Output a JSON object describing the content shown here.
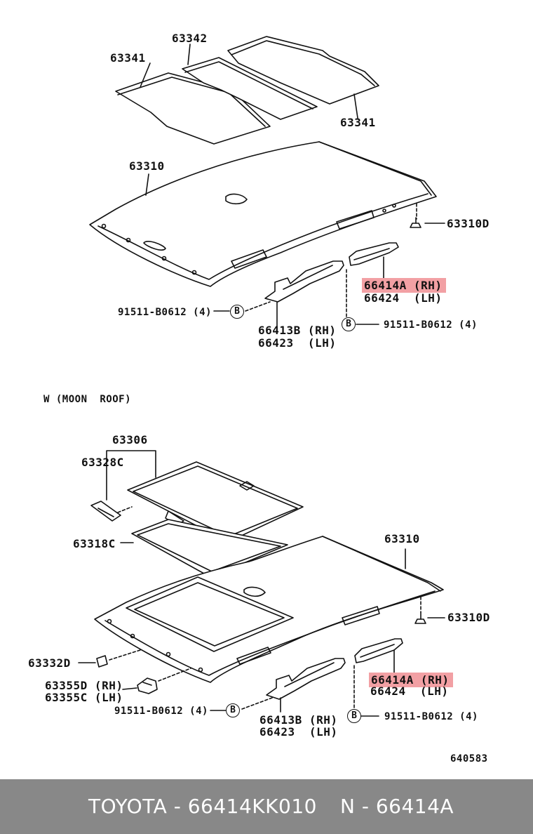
{
  "top": {
    "label_63342": "63342",
    "label_63341_left": "63341",
    "label_63341_right": "63341",
    "label_63310": "63310",
    "label_63310D": "63310D",
    "label_66414A_rh": "66414A (RH)",
    "label_66424_lh": "66424  (LH)",
    "label_91511_left": "91511-B0612 (4)",
    "label_91511_right": "91511-B0612 (4)",
    "label_66413B_rh": "66413B (RH)",
    "label_66423_lh": "66423  (LH)",
    "b_left": "B",
    "b_right": "B"
  },
  "moonroof": {
    "section_title": "W (MOON  ROOF)",
    "label_63306": "63306",
    "label_63328C": "63328C",
    "label_63318C": "63318C",
    "label_63310": "63310",
    "label_63310D": "63310D",
    "label_63332D": "63332D",
    "label_63355D_rh": "63355D (RH)",
    "label_63355C_lh": "63355C (LH)",
    "label_91511_left": "91511-B0612 (4)",
    "label_91511_right": "91511-B0612 (4)",
    "label_66414A_rh": "66414A (RH)",
    "label_66424_lh": "66424  (LH)",
    "label_66413B_rh": "66413B (RH)",
    "label_66423_lh": "66423  (LH)",
    "b_left": "B",
    "b_right": "B"
  },
  "diagram_id": "640583",
  "highlight_color": "#f2a0a4",
  "footer": {
    "left_text": "TOYOTA - 66414KK010",
    "right_text": "N - 66414A",
    "background_color": "#888888"
  }
}
